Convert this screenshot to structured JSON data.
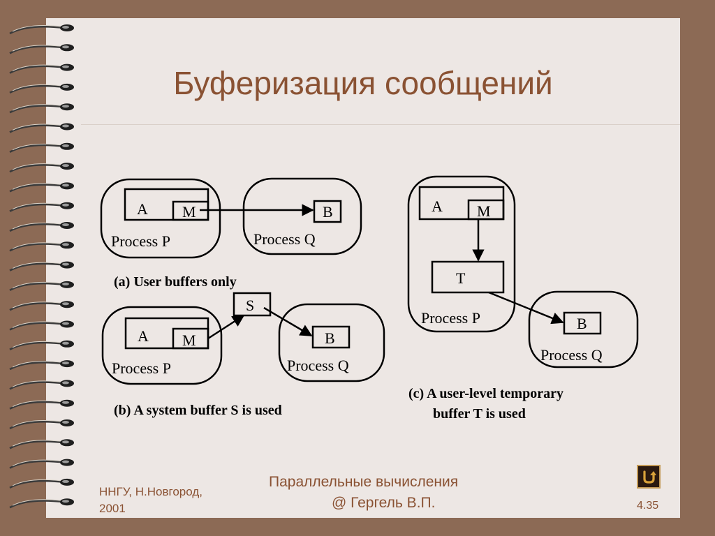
{
  "title": "Буферизация сообщений",
  "diagram": {
    "a": {
      "caption": "(a) User buffers only",
      "proc_p": "Process P",
      "proc_q": "Process Q",
      "box_a": "A",
      "box_m": "M",
      "box_b": "B"
    },
    "b": {
      "caption": "(b) A system buffer S is used",
      "proc_p": "Process P",
      "proc_q": "Process Q",
      "box_a": "A",
      "box_m": "M",
      "box_s": "S",
      "box_b": "B"
    },
    "c": {
      "caption_line1": "(c) A user-level temporary",
      "caption_line2": "buffer T is used",
      "proc_p": "Process P",
      "proc_q": "Process Q",
      "box_a": "A",
      "box_m": "M",
      "box_t": "T",
      "box_b": "B"
    }
  },
  "footer": {
    "left_line1": "ННГУ, Н.Новгород,",
    "left_line2": "2001",
    "center_line1": "Параллельные вычисления",
    "center_line2": "@ Гергель В.П.",
    "page": "4.35"
  },
  "colors": {
    "accent": "#8a5233",
    "frame": "#8c6a55",
    "slide_bg": "#ede7e4"
  },
  "icons": {
    "back": "return-arrow-icon",
    "binding": "spiral-ring-icon"
  }
}
